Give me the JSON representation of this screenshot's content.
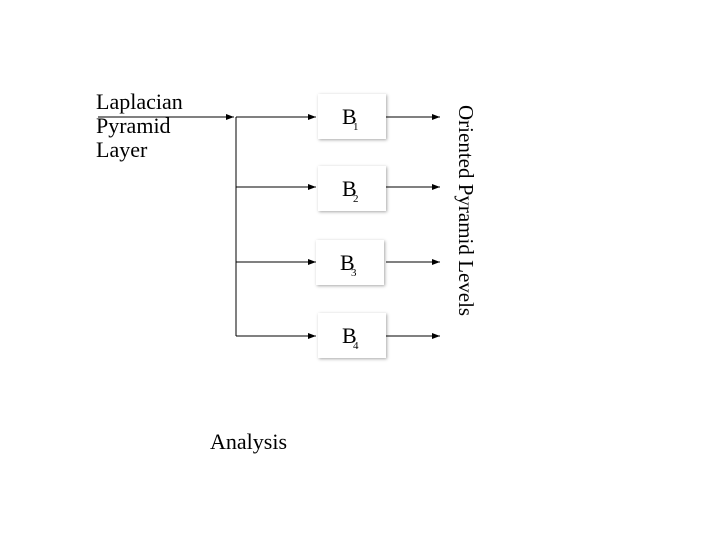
{
  "input_label": [
    "Laplacian",
    "Pyramid",
    "Layer"
  ],
  "output_label": "Oriented Pyramid Levels",
  "caption": "Analysis",
  "filters": [
    {
      "letter": "B",
      "sub": "1"
    },
    {
      "letter": "B",
      "sub": "2"
    },
    {
      "letter": "B",
      "sub": "3"
    },
    {
      "letter": "B",
      "sub": "4"
    }
  ]
}
